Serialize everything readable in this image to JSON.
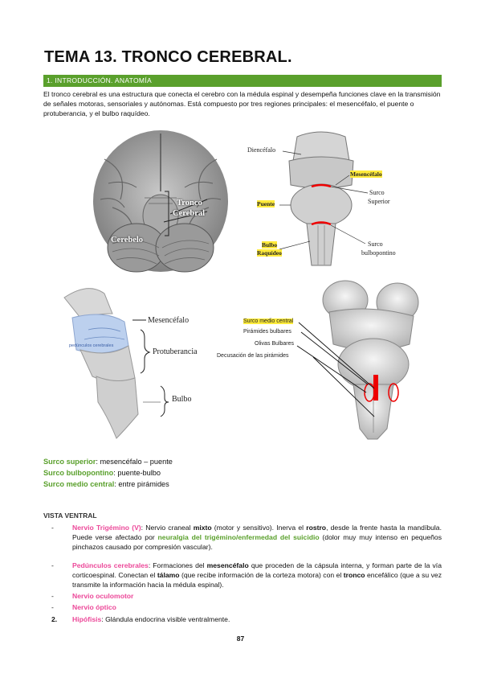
{
  "title": "TEMA 13. TRONCO CEREBRAL.",
  "section": "1. INTRODUCCIÓN. ANATOMÍA",
  "intro": "El tronco cerebral es una estructura que conecta el cerebro con la médula espinal y desempeña funciones clave en la transmisión de señales motoras, sensoriales y autónomas. Está compuesto por tres regiones principales: el mesencéfalo, el puente o protuberancia, y el bulbo raquídeo.",
  "fig1": {
    "tronco": "Tronco",
    "cerebral": "Cerebral",
    "cerebelo": "Cerebelo"
  },
  "fig2": {
    "diencefalo": "Diencéfalo",
    "mesencefalo": "Mesencéfalo",
    "surco_sup_1": "Surco",
    "surco_sup_2": "Superior",
    "puente": "Puente",
    "bulbo_1": "Bulbo",
    "bulbo_2": "Raquídeo",
    "surco_bp_1": "Surco",
    "surco_bp_2": "bulbopontino"
  },
  "fig3": {
    "mesencefalo": "Mesencéfalo",
    "protuberancia": "Protuberancia",
    "bulbo": "Bulbo",
    "pedunculos": "pedúnculos cerebrales"
  },
  "fig4": {
    "surco_medio": "Surco medio central",
    "piramides": "Pirámides bulbares",
    "olivas": "Olivas Bulbares",
    "decusacion": "Decusación de las pirámides"
  },
  "surcos": [
    {
      "key": "Surco superior",
      "val": ": mesencéfalo – puente"
    },
    {
      "key": "Surco bulbopontino",
      "val": ": puente-bulbo"
    },
    {
      "key": "Surco medio central",
      "val": ": entre pirámides"
    }
  ],
  "vista": {
    "heading": "VISTA VENTRAL",
    "items": [
      {
        "marker": "-",
        "term": "Nervio Trigémino (V)",
        "a": ": Nervio craneal ",
        "b": "mixto",
        "c": " (motor y sensitivo). Inerva el ",
        "d": "rostro",
        "e": ", desde la frente hasta la mandíbula. Puede verse afectado por ",
        "f": "neuralgia del trigémino/enfermedad del suicidio",
        "g": " (dolor muy muy intenso en pequeños pinchazos causado por compresión vascular)."
      },
      {
        "marker": "-",
        "term": "Pedúnculos cerebrales",
        "a": ": Formaciones del ",
        "b": "mesencéfalo",
        "c": " que proceden de la cápsula interna, y forman parte de la vía corticoespinal. Conectan el ",
        "d": "tálamo",
        "e": " (que recibe información de la corteza motora) con el ",
        "f": "tronco",
        "g": " encefálico (que a su vez transmite la información hacia la médula espinal)."
      },
      {
        "marker": "-",
        "term": "Nervio oculomotor"
      },
      {
        "marker": "-",
        "term": "Nervio óptico"
      },
      {
        "marker": "2.",
        "term": "Hipófisis",
        "a": ": Glándula endocrina visible ventralmente."
      }
    ]
  },
  "page_number": "87"
}
